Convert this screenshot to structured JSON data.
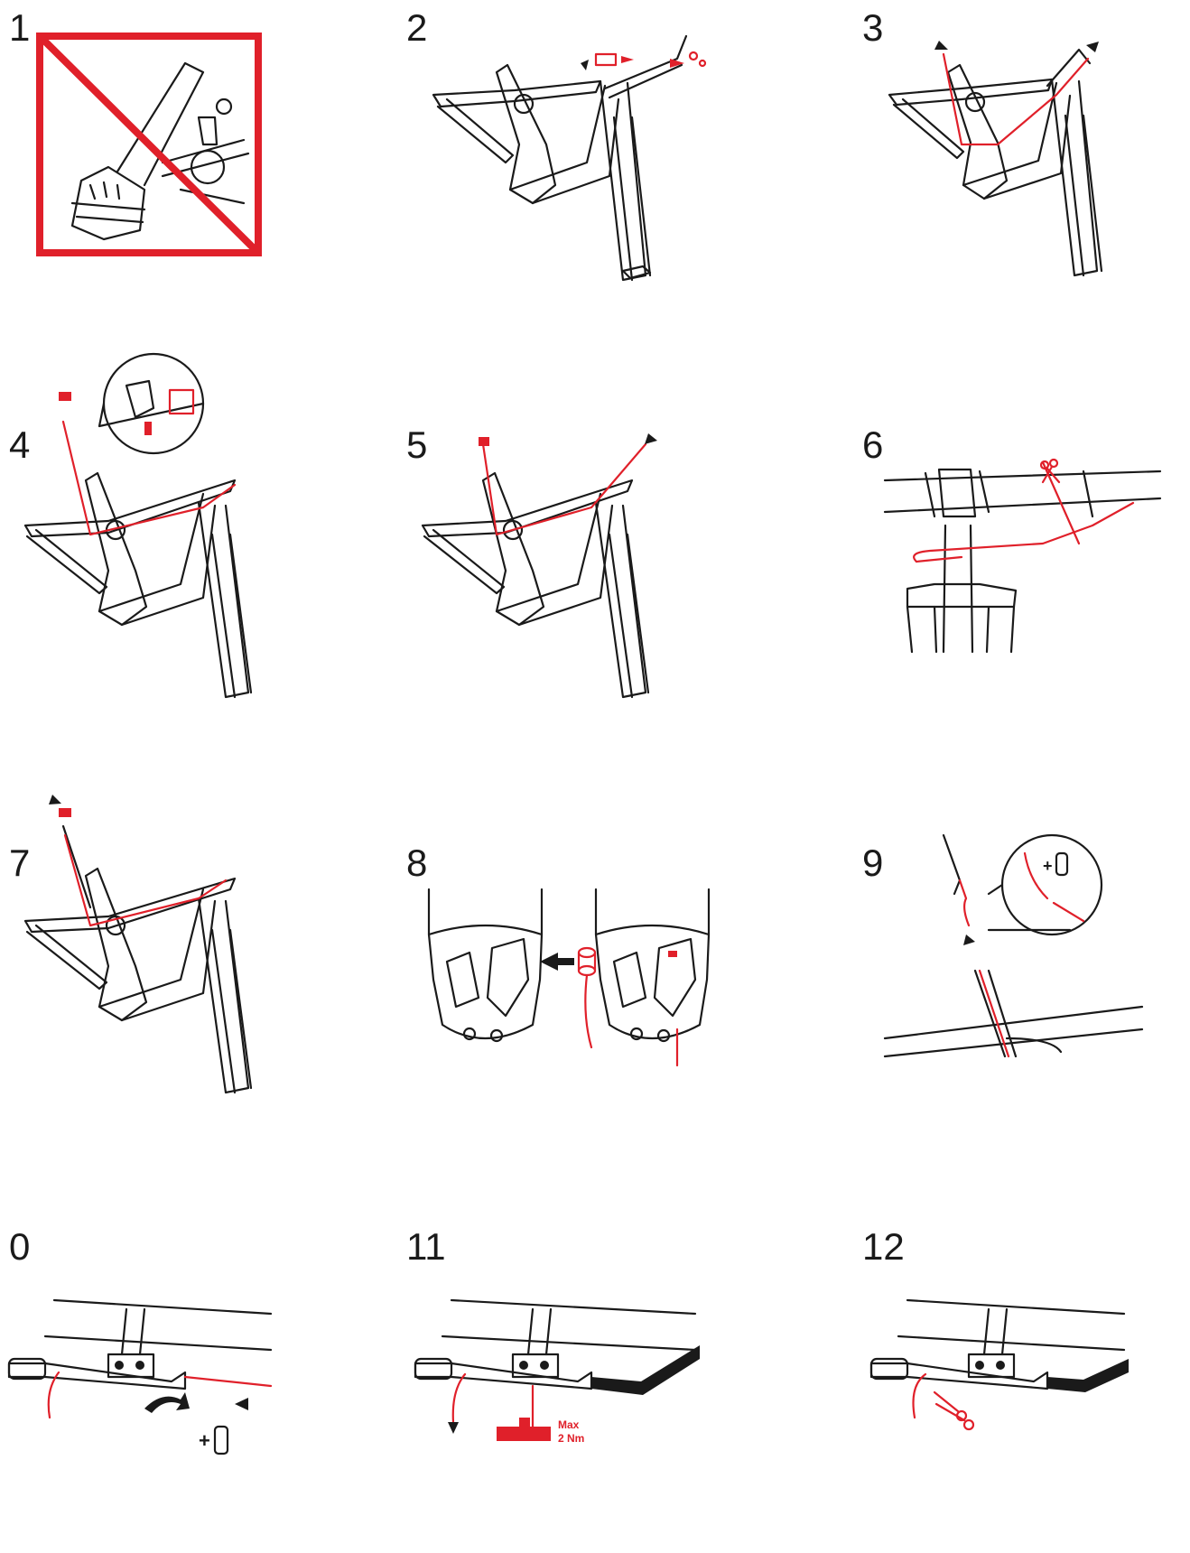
{
  "steps": [
    {
      "label": "1"
    },
    {
      "label": "2"
    },
    {
      "label": "3"
    },
    {
      "label": "4"
    },
    {
      "label": "5"
    },
    {
      "label": "6"
    },
    {
      "label": "7"
    },
    {
      "label": "8"
    },
    {
      "label": "9"
    },
    {
      "label": "0"
    },
    {
      "label": "11"
    },
    {
      "label": "12"
    }
  ],
  "annotations": {
    "torque_line1": "Max",
    "torque_line2": "2 Nm",
    "plus_sign": "+"
  },
  "colors": {
    "ink": "#1a1a1a",
    "accent_red": "#e0202a",
    "background": "#ffffff"
  },
  "icons": [
    "prohibition-icon",
    "arrow-icon",
    "scissors-icon",
    "magnifier-callout-icon",
    "torque-wrench-icon",
    "cable-end-cap-icon"
  ]
}
